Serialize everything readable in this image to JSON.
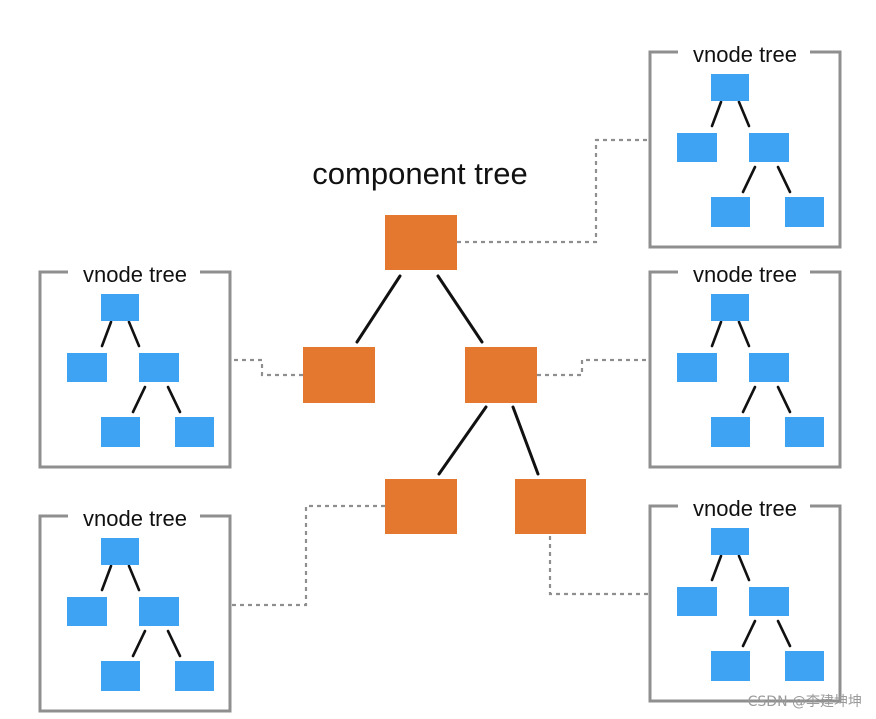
{
  "component_tree": {
    "title": "component tree",
    "node_color": "#E3782E",
    "edge_color": "#111111"
  },
  "vnode_trees": [
    {
      "title": "vnode tree"
    },
    {
      "title": "vnode tree"
    },
    {
      "title": "vnode tree"
    },
    {
      "title": "vnode tree"
    },
    {
      "title": "vnode tree"
    }
  ],
  "vnode_node_color": "#3FA3F4",
  "frame_color": "#8f8f8f",
  "connector_color": "#8f8f8f",
  "watermark": "CSDN @李建坤坤"
}
